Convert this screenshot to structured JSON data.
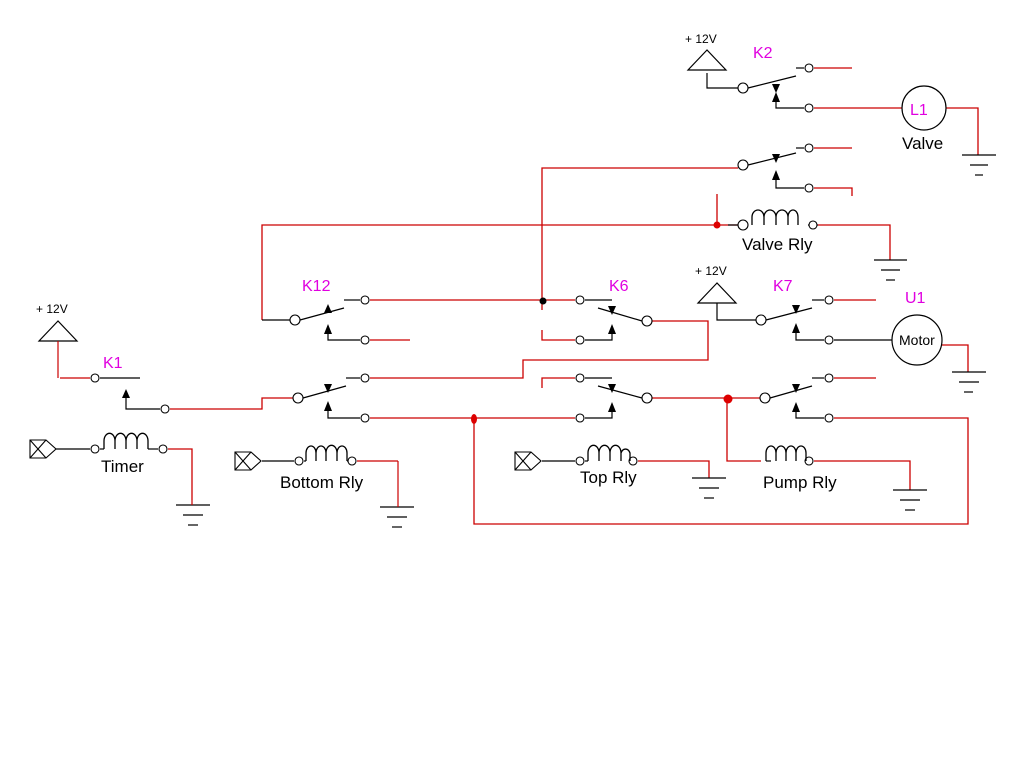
{
  "colors": {
    "wire": "#cc0000",
    "ink": "#000000",
    "ref": "#e000e0",
    "junction": "#dd0000",
    "background": "#ffffff"
  },
  "labels": {
    "k1": "K1",
    "k2": "K2",
    "k6": "K6",
    "k7": "K7",
    "k12": "K12",
    "l1": "L1",
    "u1": "U1",
    "valve": "Valve",
    "motor": "Motor",
    "valve_rly": "Valve Rly",
    "timer": "Timer",
    "bottom_rly": "Bottom Rly",
    "top_rly": "Top Rly",
    "pump_rly": "Pump Rly",
    "supply_1": "+ 12V",
    "supply_2": "+ 12V",
    "supply_3": "+ 12V"
  },
  "symbols": {
    "supply": "triangle-supply-icon",
    "ground": "ground-icon",
    "coil": "relay-coil-icon",
    "switch": "spdt-relay-contact-icon",
    "source": "signal-source-icon",
    "lamp": "lamp-icon",
    "motor": "motor-icon"
  }
}
